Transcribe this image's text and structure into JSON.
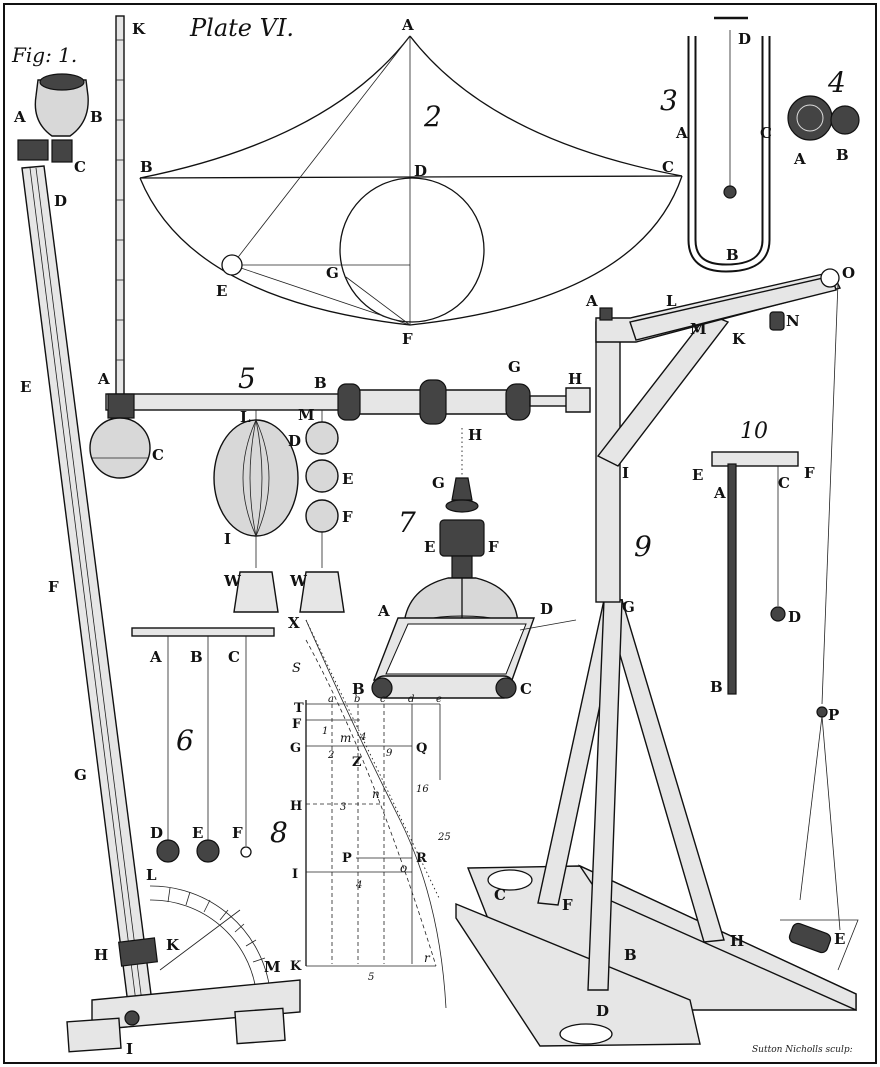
{
  "plate": {
    "title": "Plate VI.",
    "signature": "Sutton Nicholls sculp:"
  },
  "figure_numbers": {
    "fig1": "Fig: 1.",
    "fig2": "2",
    "fig3": "3",
    "fig4": "4",
    "fig5": "5",
    "fig6": "6",
    "fig7": "7",
    "fig8": "8",
    "fig9": "9",
    "fig10": "10"
  },
  "fig1_labels": {
    "A": "A",
    "B": "B",
    "C": "C",
    "D": "D",
    "E": "E",
    "F": "F",
    "G": "G",
    "H": "H",
    "I": "I",
    "K": "K",
    "L": "L",
    "M": "M"
  },
  "fig2_labels": {
    "A": "A",
    "B": "B",
    "C": "C",
    "D": "D",
    "E": "E",
    "F": "F",
    "G": "G"
  },
  "fig3_labels": {
    "A": "A",
    "B": "B",
    "C": "C",
    "D": "D"
  },
  "fig4_labels": {
    "A": "A",
    "B": "B"
  },
  "fig5_labels": {
    "A": "A",
    "B": "B",
    "C": "C",
    "D": "D",
    "E": "E",
    "F": "F",
    "G": "G",
    "H": "H",
    "I": "I",
    "K": "K",
    "L": "L",
    "M": "M",
    "W1": "W",
    "W2": "W"
  },
  "fig6_labels": {
    "A": "A",
    "B": "B",
    "C": "C",
    "D": "D",
    "E": "E",
    "F": "F"
  },
  "fig7_labels": {
    "A": "A",
    "B": "B",
    "C": "C",
    "D": "D",
    "E": "E",
    "F": "F",
    "G": "G",
    "H": "H"
  },
  "fig8_labels": {
    "X": "X",
    "S": "S",
    "T": "T",
    "F": "F",
    "G": "G",
    "H": "H",
    "I": "I",
    "K": "K",
    "Q": "Q",
    "R": "R",
    "P": "P",
    "Z": "Z",
    "m": "m",
    "n": "n",
    "o": "o",
    "r": "r",
    "a": "a",
    "b": "b",
    "c": "c",
    "d": "d",
    "e": "e",
    "n1": "1",
    "n2": "2",
    "n3": "3",
    "n4": "4",
    "n5": "5",
    "n4b": "4",
    "n9": "9",
    "n16": "16",
    "n25": "25"
  },
  "fig9_labels": {
    "A": "A",
    "B": "B",
    "C": "C",
    "D": "D",
    "E": "E",
    "F": "F",
    "G": "G",
    "H": "H",
    "I": "I",
    "K": "K",
    "L": "L",
    "M": "M",
    "N": "N",
    "O": "O",
    "P": "P"
  },
  "fig10_labels": {
    "A": "A",
    "B": "B",
    "C": "C",
    "D": "D",
    "E": "E",
    "F": "F"
  }
}
